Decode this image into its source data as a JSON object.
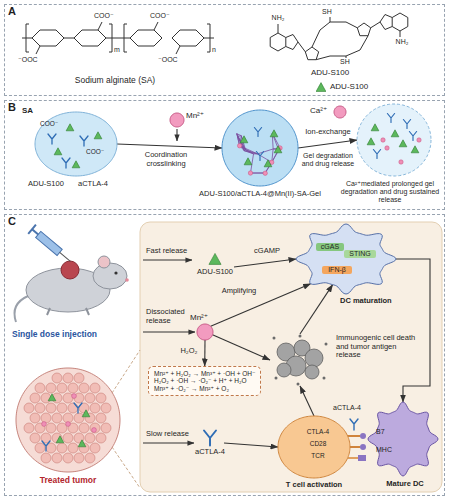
{
  "diagram": {
    "nodes": [
      {
        "text": [
          "A"
        ]
      },
      {
        "text": [
          "B"
        ]
      },
      {
        "text": [
          "SA",
          "ADU-S100",
          "aCTLA-4"
        ],
        "in": 1
      },
      {
        "text": [
          "Mn²⁺"
        ],
        "in": 1
      },
      {
        "text": [
          "ADU-S100/aCTLA-4@Mn(II)-SA-Gel"
        ],
        "in": 1
      },
      {
        "text": [
          "Ca²⁺"
        ],
        "in": 1
      },
      {
        "text": [
          "Ca²⁺mediated prolonged gel degradation and drug sustained release"
        ],
        "in": 1
      },
      {
        "text": [
          "C"
        ]
      },
      {
        "text": [
          "Treated tumor"
        ],
        "in": 7
      },
      {
        "text": [
          "ADU-S100"
        ],
        "in": 7
      },
      {
        "text": [
          "cGAS",
          "STING",
          "IFN-β",
          "DC maturation"
        ],
        "in": 7
      },
      {
        "text": [
          "Mn²⁺"
        ],
        "in": 7
      },
      {
        "text": [
          "Immunogenic cell death and tumor antigen release"
        ],
        "in": 7
      },
      {
        "text": [
          "Mn²⁺ + H₂O₂ → Mn³⁺ + ·OH + OH⁻",
          "H₂O₂ + ·OH → ·O₂⁻ + H⁺ + H₂O",
          "Mn³⁺ + ·O₂⁻ → Mn²⁺ + O₂"
        ],
        "in": 7
      },
      {
        "text": [
          "aCTLA-4"
        ],
        "in": 7
      },
      {
        "text": [
          "CTLA-4",
          "CD28",
          "TCR",
          "T cell activation"
        ],
        "in": 7
      },
      {
        "text": [
          "B7",
          "MHC",
          "Mature DC"
        ],
        "in": 7
      }
    ],
    "edges": [
      {
        "from": 2,
        "to": 4,
        "arrow": "to",
        "label": "Coordination crosslinking"
      },
      {
        "from": 4,
        "to": 6,
        "arrow": "to",
        "label": "Ion-exchange"
      },
      {
        "from": 9,
        "to": 10,
        "arrow": "to",
        "label": "cGAMP"
      },
      {
        "from": 11,
        "to": 10,
        "arrow": "to",
        "label": "Amplifying"
      },
      {
        "from": 11,
        "to": 13,
        "arrow": "to",
        "label": "H₂O₂"
      },
      {
        "from": 11,
        "to": 12,
        "arrow": "to"
      },
      {
        "from": 12,
        "to": 10,
        "arrow": "to"
      },
      {
        "from": 10,
        "to": 16,
        "arrow": "to"
      },
      {
        "from": 14,
        "to": 15,
        "arrow": "to"
      },
      {
        "from": 15,
        "to": 12,
        "arrow": "to"
      }
    ],
    "labels": [
      "⁻OOC",
      "COO⁻",
      "COO⁻",
      "⁻OOC",
      "m",
      "n",
      "NH₂",
      "NH₂",
      "SH",
      "SH",
      "Sodium alginate (SA)",
      "ADU-S100",
      "COO⁻",
      "COO⁻",
      "Gel degradation and drug release",
      "Single dose injection",
      "Fast release",
      "Dissociated release",
      "Slow release",
      "aCTLA-4"
    ],
    "legend": [
      {
        "text": "ADU-S100"
      }
    ]
  }
}
